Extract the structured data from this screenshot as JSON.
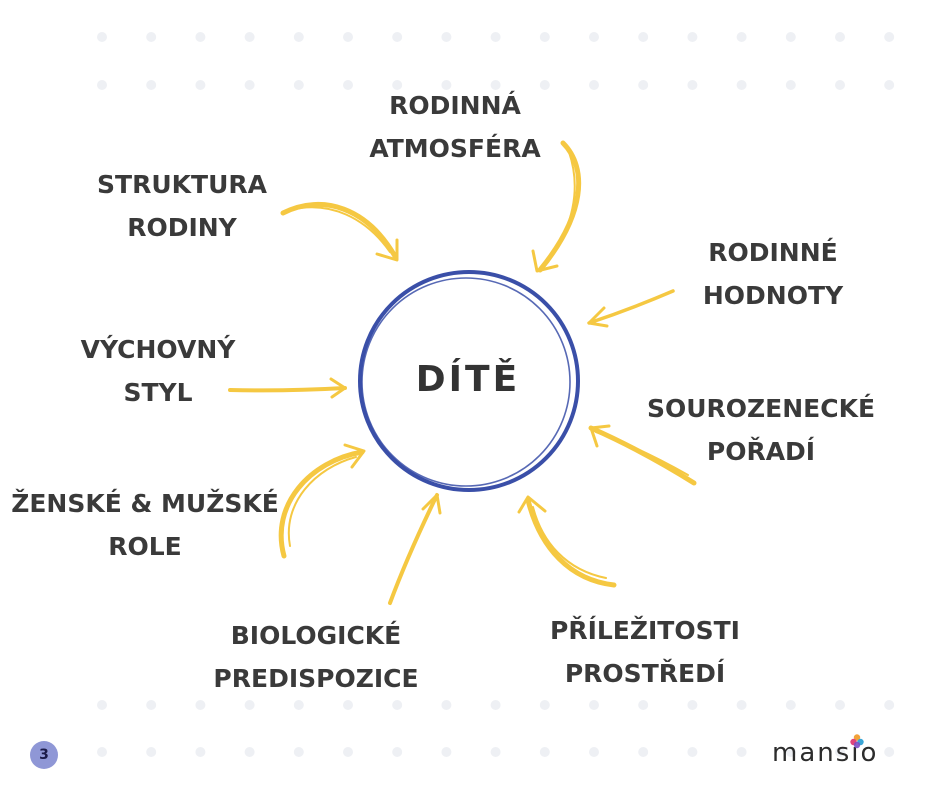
{
  "center": {
    "label": "DÍTĚ"
  },
  "factors": [
    {
      "id": "rodinna-atmosfera",
      "lines": [
        "RODINNÁ",
        "ATMOSFÉRA"
      ]
    },
    {
      "id": "struktura-rodiny",
      "lines": [
        "STRUKTURA",
        "RODINY"
      ]
    },
    {
      "id": "rodinne-hodnoty",
      "lines": [
        "RODINNÉ",
        "HODNOTY"
      ]
    },
    {
      "id": "vychovny-styl",
      "lines": [
        "VÝCHOVNÝ",
        "STYL"
      ]
    },
    {
      "id": "sourozenecke-poradi",
      "lines": [
        "SOUROZENECKÉ",
        "POŘADÍ"
      ]
    },
    {
      "id": "zenske-muzske-role",
      "lines": [
        "ŽENSKÉ & MUŽSKÉ",
        "ROLE"
      ]
    },
    {
      "id": "biologicke-predispozice",
      "lines": [
        "BIOLOGICKÉ",
        "PREDISPOZICE"
      ]
    },
    {
      "id": "prilezitosti-prostredi",
      "lines": [
        "PŘÍLEŽITOSTI",
        "PROSTŘEDÍ"
      ]
    }
  ],
  "footer": {
    "page_number": "3",
    "logo_text": "mansio",
    "logo_icon": "flower-icon"
  },
  "colors": {
    "circle": "#3a4fa8",
    "arrows": "#f5c842",
    "text": "#3a3a3a",
    "dots": "#eef0f4",
    "badge": "#8f97d6"
  }
}
